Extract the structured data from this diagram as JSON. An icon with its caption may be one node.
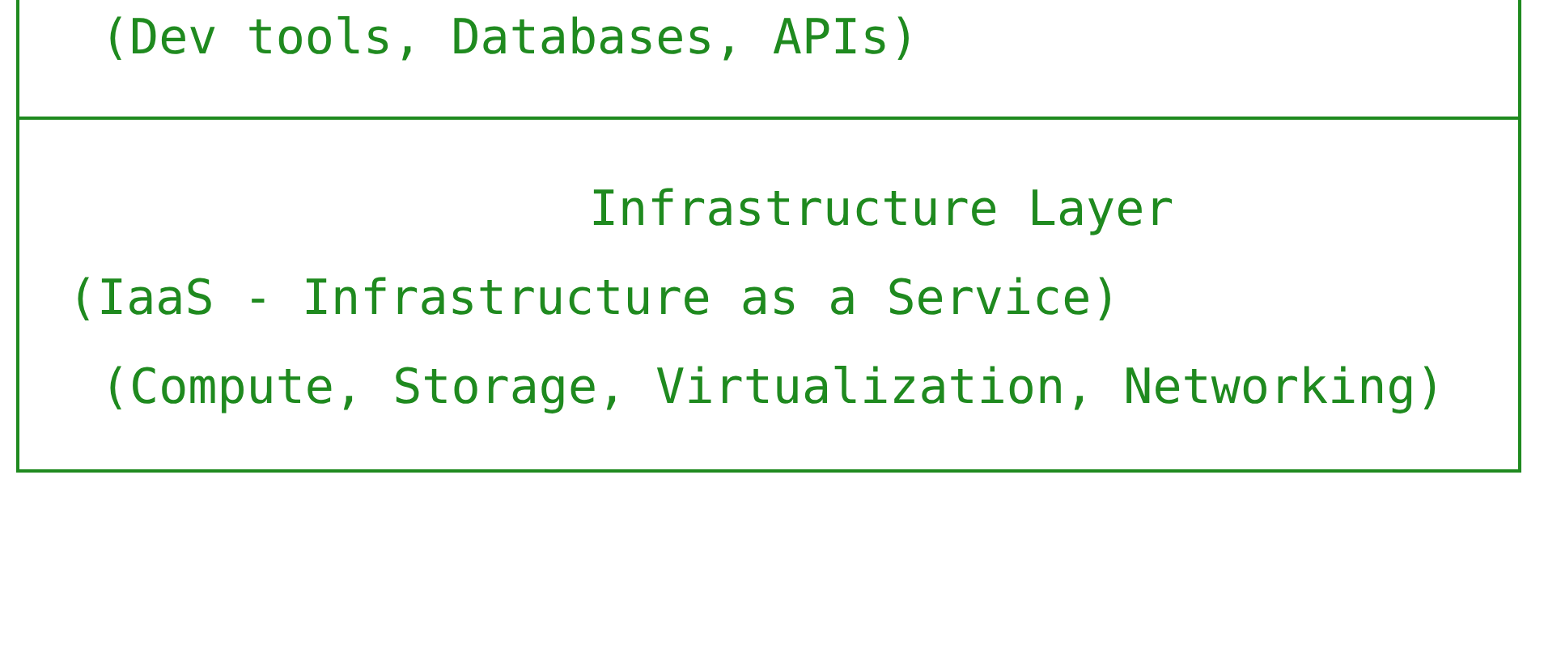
{
  "diagram": {
    "nodes": [
      {
        "text": [
          "(Dev tools, Databases, APIs)"
        ]
      },
      {
        "text": [
          "Infrastructure Layer",
          "(IaaS - Infrastructure as a Service)",
          "(Compute, Storage, Virtualization, Networking)"
        ]
      }
    ]
  }
}
